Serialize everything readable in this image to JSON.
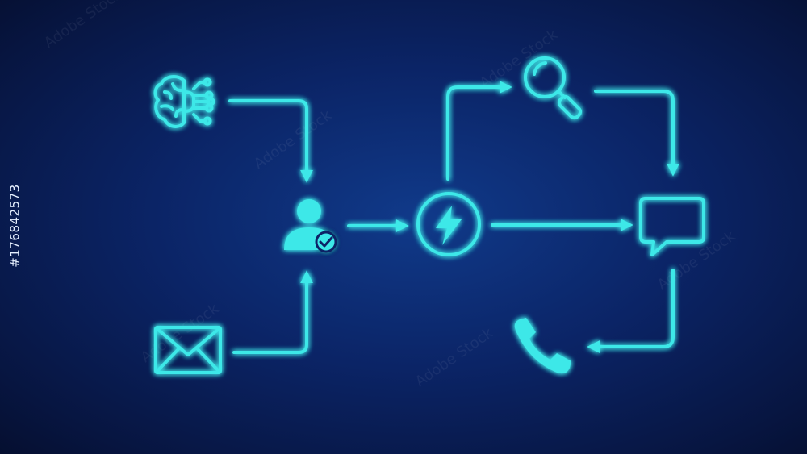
{
  "stock_id": "#176842573",
  "stock_watermark": "Adobe Stock",
  "colors": {
    "neon": "#3ee8e8",
    "background": "#0b2466"
  },
  "nodes": [
    {
      "id": "brain",
      "icon": "brain-circuit-icon"
    },
    {
      "id": "mail",
      "icon": "envelope-icon"
    },
    {
      "id": "user",
      "icon": "user-check-icon"
    },
    {
      "id": "power",
      "icon": "lightning-bolt-icon"
    },
    {
      "id": "search",
      "icon": "magnifier-icon"
    },
    {
      "id": "chat",
      "icon": "chat-bubble-icon"
    },
    {
      "id": "phone",
      "icon": "phone-handset-icon"
    }
  ]
}
